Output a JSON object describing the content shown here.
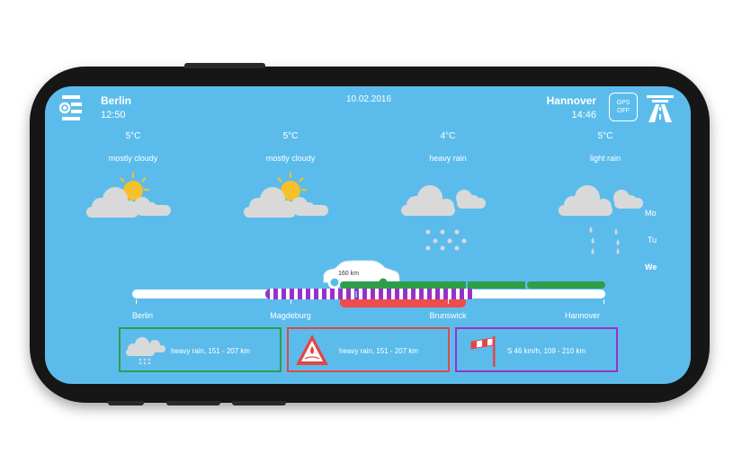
{
  "header": {
    "origin_city": "Berlin",
    "origin_time": "12:50",
    "date": "10.02.2016",
    "destination_city": "Hannover",
    "destination_time": "14:46",
    "gps_line1": "GPS",
    "gps_line2": "OFF"
  },
  "forecasts": [
    {
      "temp": "5°C",
      "condition": "mostly cloudy",
      "icon": "partly-cloudy-sun-icon"
    },
    {
      "temp": "5°C",
      "condition": "mostly cloudy",
      "icon": "partly-cloudy-sun-icon"
    },
    {
      "temp": "4°C",
      "condition": "heavy rain",
      "icon": "heavy-rain-icon"
    },
    {
      "temp": "5°C",
      "condition": "light rain",
      "icon": "light-rain-icon"
    }
  ],
  "days": [
    "Mo",
    "Tu",
    "We"
  ],
  "route": {
    "car_label": "160 km",
    "stops": [
      "Berlin",
      "Magdeburg",
      "Brunswick",
      "Hannover"
    ]
  },
  "alerts": [
    {
      "text": "heavy rain, 151 - 207 km",
      "icon": "rain-cloud-icon",
      "color": "#2e9e4a"
    },
    {
      "text": "heavy rain, 151 - 207 km",
      "icon": "warning-triangle-icon",
      "color": "#e04848"
    },
    {
      "text": "S 46 km/h, 109 - 210 km",
      "icon": "windsock-icon",
      "color": "#9b30c8"
    }
  ],
  "colors": {
    "screen_bg": "#5bbcec",
    "green": "#2e9e4a",
    "red": "#f04c4c",
    "purple": "#9b30c8"
  }
}
